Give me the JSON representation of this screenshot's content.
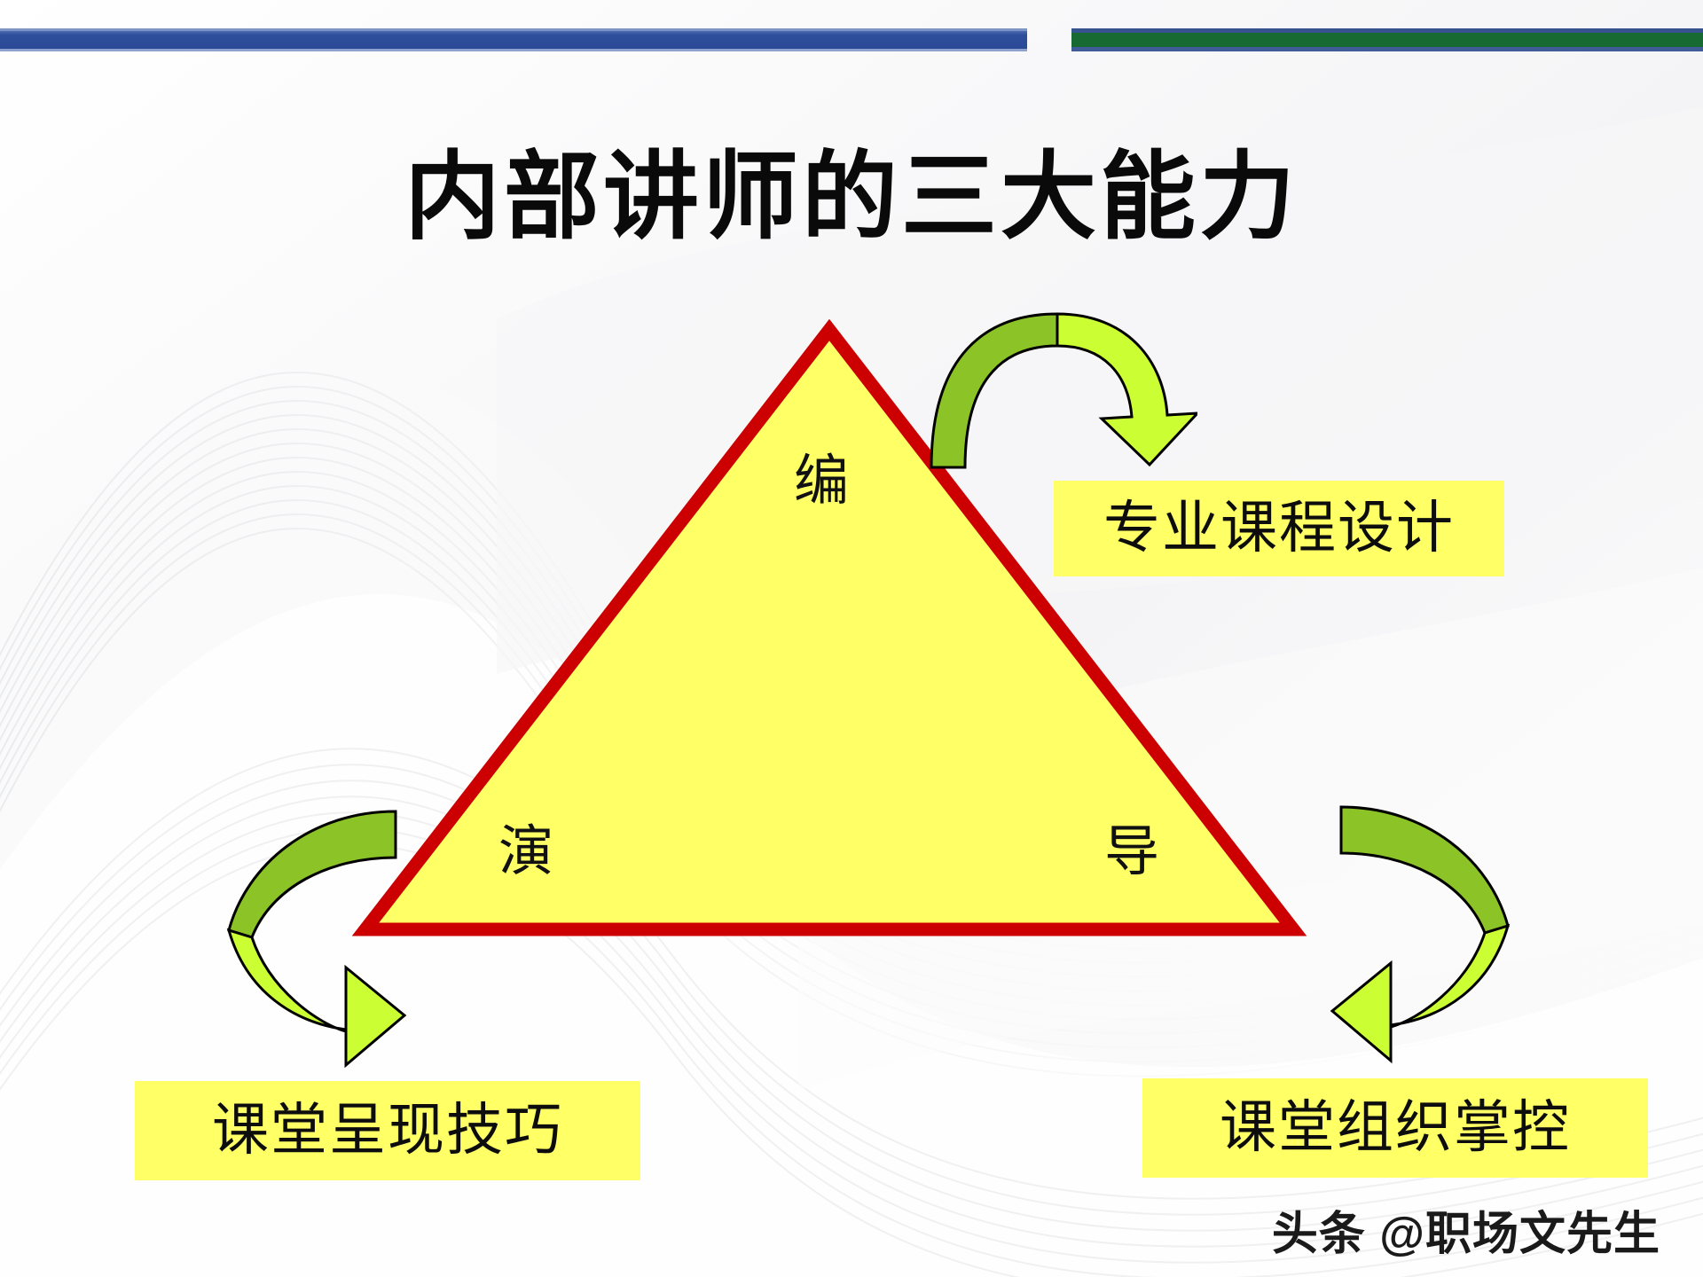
{
  "slide": {
    "title": "内部讲师的三大能力",
    "background_color": "#ffffff"
  },
  "top_bars": {
    "blue_bar_color": "#2e4e9c",
    "green_bar_color": "#176a32",
    "green_bar_border_color": "#36538f"
  },
  "diagram": {
    "shape": "triangle",
    "fill_color": "#ffff66",
    "border_color": "#cc0000",
    "vertices": [
      {
        "id": "top",
        "label": "编",
        "position": "apex"
      },
      {
        "id": "left",
        "label": "演",
        "position": "bottom-left"
      },
      {
        "id": "right",
        "label": "导",
        "position": "bottom-right"
      }
    ],
    "callouts": [
      {
        "id": "design",
        "label": "专业课程设计",
        "linked_vertex": "编",
        "background": "#ffff66"
      },
      {
        "id": "deliver",
        "label": "课堂呈现技巧",
        "linked_vertex": "演",
        "background": "#ffff66"
      },
      {
        "id": "manage",
        "label": "课堂组织掌控",
        "linked_vertex": "导",
        "background": "#ffff66"
      }
    ],
    "arrows": [
      {
        "id": "arrow-top",
        "icon": "curved-arrow-down-right-icon",
        "dark_green": "#8cc428",
        "light_green": "#ccff33"
      },
      {
        "id": "arrow-left",
        "icon": "curved-arrow-right-icon",
        "dark_green": "#8cc428",
        "light_green": "#ccff33"
      },
      {
        "id": "arrow-right",
        "icon": "curved-arrow-left-icon",
        "dark_green": "#8cc428",
        "light_green": "#ccff33"
      }
    ]
  },
  "watermark": {
    "text": "头条 @职场文先生"
  }
}
